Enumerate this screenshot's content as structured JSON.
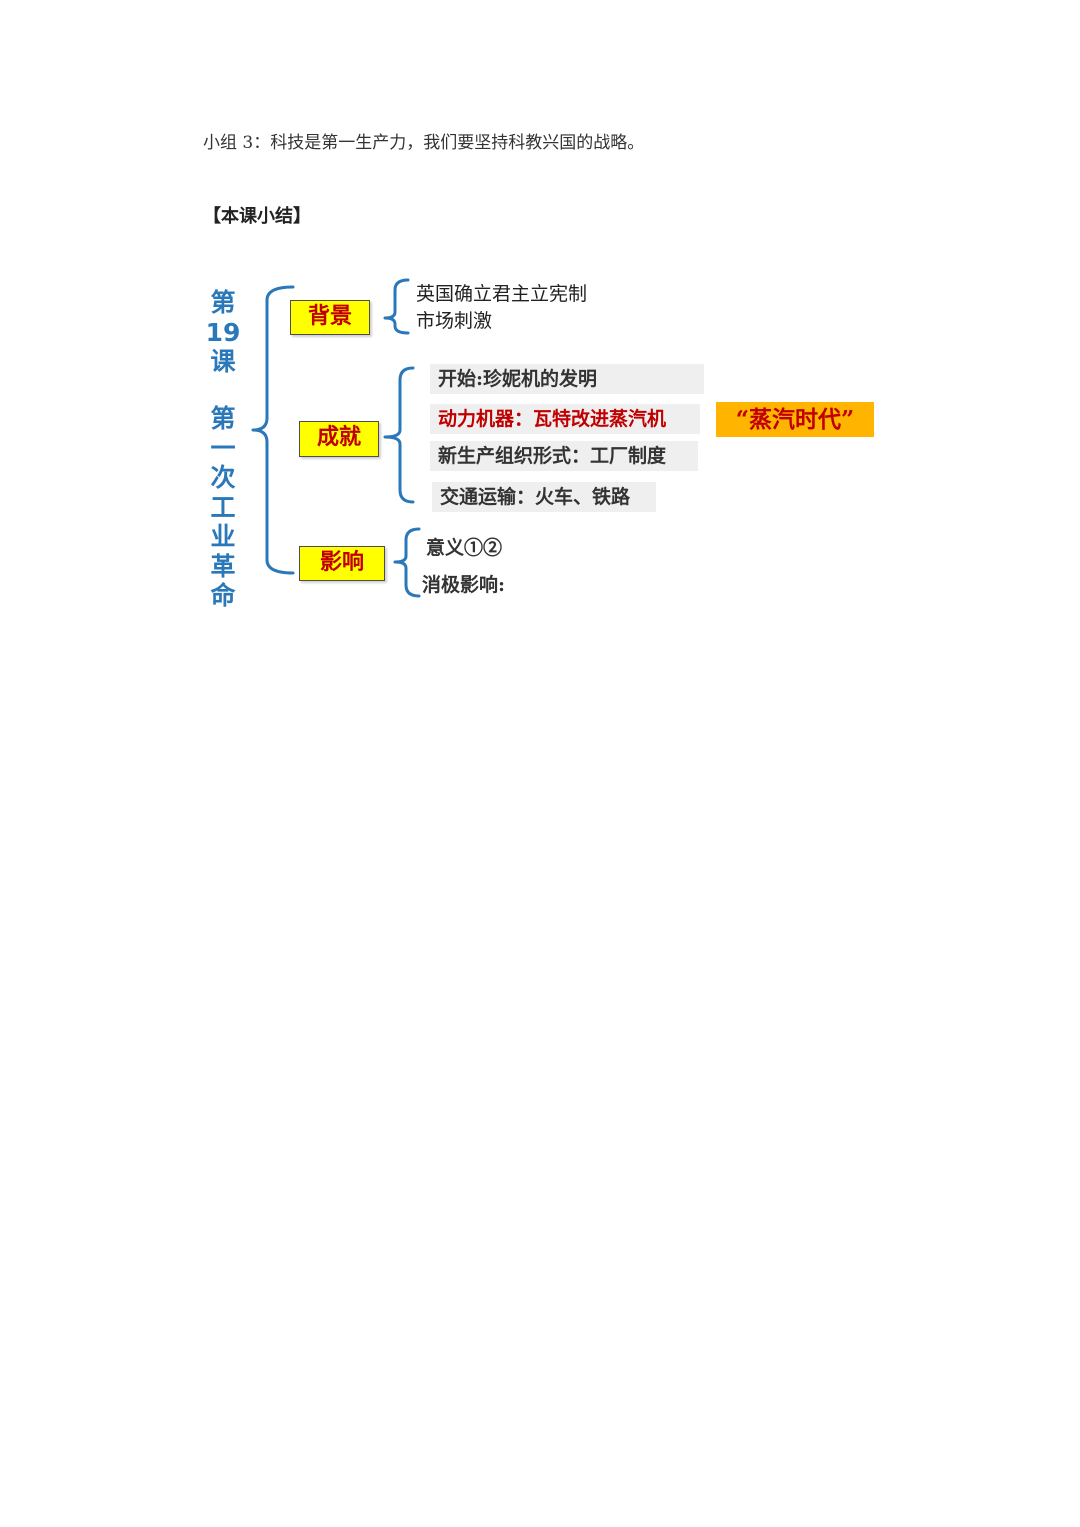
{
  "intro_text": "小组 3：科技是第一生产力，我们要坚持科教兴国的战略。",
  "summary_heading": "【本课小结】",
  "diagram": {
    "title_lesson_chars": [
      "第",
      "19",
      "课"
    ],
    "title_topic_chars": [
      "第",
      "一",
      "次",
      "工",
      "业",
      "革",
      "命"
    ],
    "categories": {
      "background": {
        "label": "背景",
        "items": [
          "英国确立君主立宪制",
          "市场刺激"
        ]
      },
      "achievements": {
        "label": "成就",
        "items": [
          "开始:珍妮机的发明",
          "动力机器：瓦特改进蒸汽机",
          "新生产组织形式：工厂制度",
          "交通运输：火车、铁路"
        ],
        "era_label": "“蒸汽时代”"
      },
      "impact": {
        "label": "影响",
        "items": [
          "意义①②",
          "消极影响:"
        ]
      }
    },
    "colors": {
      "title_blue": "#2a78b9",
      "bracket_blue": "#2a78b9",
      "category_fill": "#ffff00",
      "category_text": "#c00000",
      "highlight_red": "#c00000",
      "era_fill": "#ffb400",
      "item_gray": "#efefef"
    }
  }
}
